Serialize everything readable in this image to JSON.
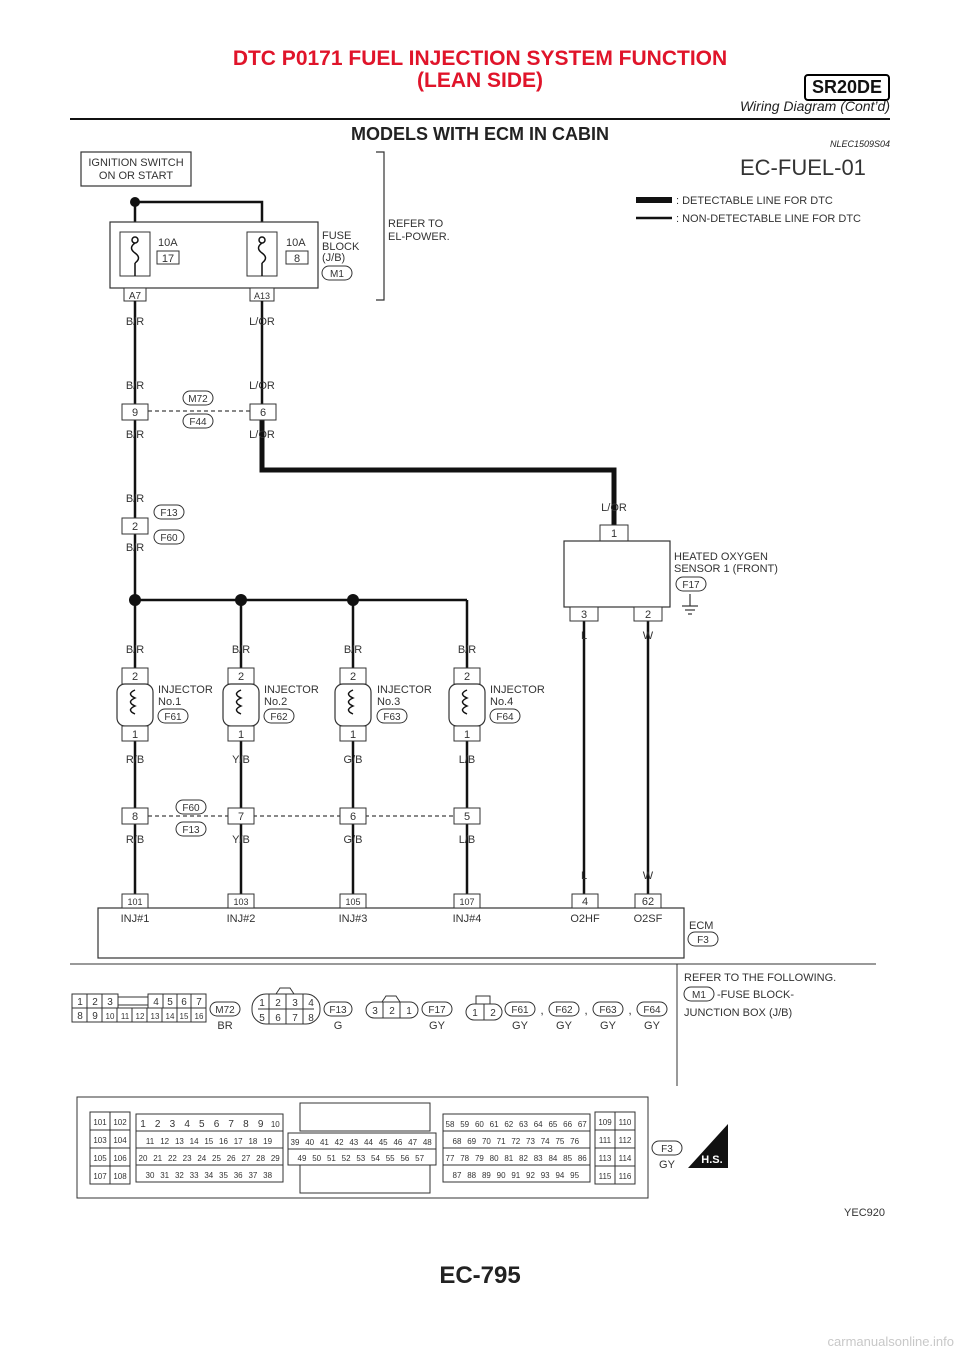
{
  "header": {
    "title_line1": "DTC P0171 FUEL INJECTION SYSTEM FUNCTION",
    "title_line2": "(LEAN SIDE)",
    "engine_badge": "SR20DE",
    "subtitle": "Wiring Diagram (Cont’d)"
  },
  "section": {
    "title": "MODELS WITH ECM IN CABIN",
    "code": "NLEC1509S04"
  },
  "diagram": {
    "id": "EC-FUEL-01",
    "legend": {
      "detectable": ": DETECTABLE LINE FOR DTC",
      "non_detectable": ": NON-DETECTABLE LINE FOR DTC"
    },
    "ignition_switch": [
      "IGNITION SWITCH",
      "ON OR START"
    ],
    "refer_power": [
      "REFER TO",
      "EL-POWER."
    ],
    "fuse_block": {
      "label": [
        "FUSE",
        "BLOCK",
        "(J/B)"
      ],
      "connector": "M1",
      "fuse1_amp": "10A",
      "fuse1_no": "17",
      "fuse2_amp": "10A",
      "fuse2_no": "8",
      "term1": "A7",
      "term2": "A13"
    },
    "wire_colors": {
      "br": "B/R",
      "lor": "L/OR",
      "rb": "R/B",
      "yb": "Y/B",
      "gb": "G/B",
      "lb": "L/B",
      "l": "L",
      "w": "W"
    },
    "connector_m72": {
      "a": "M72",
      "b": "F44",
      "pin_br": "9",
      "pin_lor": "6"
    },
    "connector_f13": {
      "a": "F13",
      "b": "F60",
      "pin": "2"
    },
    "o2_sensor": {
      "label": [
        "HEATED OXYGEN",
        "SENSOR 1 (FRONT)"
      ],
      "connector": "F17",
      "pin1": "1",
      "pin3": "3",
      "pin2": "2"
    },
    "injectors": [
      {
        "label": "INJECTOR",
        "num": "No.1",
        "connector": "F61",
        "top": "2",
        "bottom": "1"
      },
      {
        "label": "INJECTOR",
        "num": "No.2",
        "connector": "F62",
        "top": "2",
        "bottom": "1"
      },
      {
        "label": "INJECTOR",
        "num": "No.3",
        "connector": "F63",
        "top": "2",
        "bottom": "1"
      },
      {
        "label": "INJECTOR",
        "num": "No.4",
        "connector": "F64",
        "top": "2",
        "bottom": "1"
      }
    ],
    "connector_f60": {
      "a": "F60",
      "b": "F13",
      "pins": [
        "8",
        "7",
        "6",
        "5"
      ]
    },
    "ecm": {
      "label": "ECM",
      "connector": "F3",
      "terminals": [
        {
          "num": "101",
          "name": "INJ#1"
        },
        {
          "num": "103",
          "name": "INJ#2"
        },
        {
          "num": "105",
          "name": "INJ#3"
        },
        {
          "num": "107",
          "name": "INJ#4"
        },
        {
          "num": "4",
          "name": "O2HF"
        },
        {
          "num": "62",
          "name": "O2SF"
        }
      ]
    },
    "diagram_code": "YEC920"
  },
  "connectors": {
    "m72": {
      "top": [
        "1",
        "2",
        "3",
        "4",
        "5",
        "6",
        "7"
      ],
      "bottom": [
        "8",
        "9",
        "10",
        "11",
        "12",
        "13",
        "14",
        "15",
        "16"
      ],
      "name": "M72",
      "color": "BR"
    },
    "f13": {
      "top": [
        "1",
        "2",
        "3",
        "4"
      ],
      "bottom": [
        "5",
        "6",
        "7",
        "8"
      ],
      "name": "F13",
      "color": "G"
    },
    "f17": {
      "pins": [
        "3",
        "2",
        "1"
      ],
      "name": "F17",
      "color": "GY"
    },
    "f61": {
      "pins": [
        "1",
        "2"
      ],
      "name": "F61",
      "color": "GY"
    },
    "f62": {
      "name": "F62",
      "color": "GY"
    },
    "f63": {
      "name": "F63",
      "color": "GY"
    },
    "f64": {
      "name": "F64",
      "color": "GY"
    },
    "sep": ",",
    "refer": {
      "line1": "REFER TO THE FOLLOWING.",
      "connector": "M1",
      "line2": "-FUSE BLOCK-",
      "line3": "JUNCTION BOX (J/B)"
    },
    "ecm_connector": {
      "name": "F3",
      "color": "GY",
      "hs": "H.S.",
      "col_a": [
        [
          "101",
          "102"
        ],
        [
          "103",
          "104"
        ],
        [
          "105",
          "106"
        ],
        [
          "107",
          "108"
        ]
      ],
      "row1": [
        "1",
        "2",
        "3",
        "4",
        "5",
        "6",
        "7",
        "8",
        "9",
        "10"
      ],
      "row2": [
        "11",
        "12",
        "13",
        "14",
        "15",
        "16",
        "17",
        "18",
        "19"
      ],
      "row3": [
        "20",
        "21",
        "22",
        "23",
        "24",
        "25",
        "26",
        "27",
        "28",
        "29"
      ],
      "row4": [
        "30",
        "31",
        "32",
        "33",
        "34",
        "35",
        "36",
        "37",
        "38"
      ],
      "row5": [
        "39",
        "40",
        "41",
        "42",
        "43",
        "44",
        "45",
        "46",
        "47",
        "48"
      ],
      "row6": [
        "49",
        "50",
        "51",
        "52",
        "53",
        "54",
        "55",
        "56",
        "57"
      ],
      "row7": [
        "58",
        "59",
        "60",
        "61",
        "62",
        "63",
        "64",
        "65",
        "66",
        "67"
      ],
      "row8": [
        "68",
        "69",
        "70",
        "71",
        "72",
        "73",
        "74",
        "75",
        "76"
      ],
      "row9": [
        "77",
        "78",
        "79",
        "80",
        "81",
        "82",
        "83",
        "84",
        "85",
        "86"
      ],
      "row10": [
        "87",
        "88",
        "89",
        "90",
        "91",
        "92",
        "93",
        "94",
        "95"
      ],
      "col_b": [
        [
          "109",
          "110"
        ],
        [
          "111",
          "112"
        ],
        [
          "113",
          "114"
        ],
        [
          "115",
          "116"
        ]
      ]
    }
  },
  "page": {
    "number": "EC-795"
  },
  "footer": "carmanualsonline.info"
}
